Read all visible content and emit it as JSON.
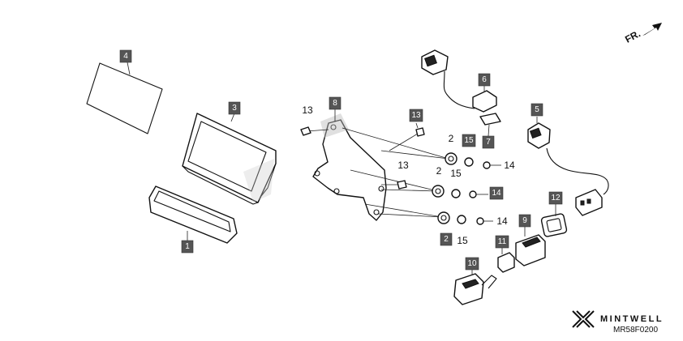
{
  "diagram": {
    "direction_label": "FR.",
    "part_code": "MR58F0200",
    "brand": "MINTWELL",
    "callouts_boxed": [
      {
        "id": "c4",
        "label": "4"
      },
      {
        "id": "c3",
        "label": "3"
      },
      {
        "id": "c1",
        "label": "1"
      },
      {
        "id": "c8",
        "label": "8"
      },
      {
        "id": "c13b",
        "label": "13"
      },
      {
        "id": "c6",
        "label": "6"
      },
      {
        "id": "c7",
        "label": "7"
      },
      {
        "id": "c15a",
        "label": "15"
      },
      {
        "id": "c5",
        "label": "5"
      },
      {
        "id": "c14b",
        "label": "14"
      },
      {
        "id": "c12",
        "label": "12"
      },
      {
        "id": "c9",
        "label": "9"
      },
      {
        "id": "c2c",
        "label": "2"
      },
      {
        "id": "c11",
        "label": "11"
      },
      {
        "id": "c10",
        "label": "10"
      }
    ],
    "callouts_plain": [
      {
        "id": "p13a",
        "label": "13"
      },
      {
        "id": "p13c",
        "label": "13"
      },
      {
        "id": "p2a",
        "label": "2"
      },
      {
        "id": "p14a",
        "label": "14"
      },
      {
        "id": "p2b",
        "label": "2"
      },
      {
        "id": "p15b",
        "label": "15"
      },
      {
        "id": "p14c",
        "label": "14"
      },
      {
        "id": "p15c",
        "label": "15"
      }
    ]
  }
}
